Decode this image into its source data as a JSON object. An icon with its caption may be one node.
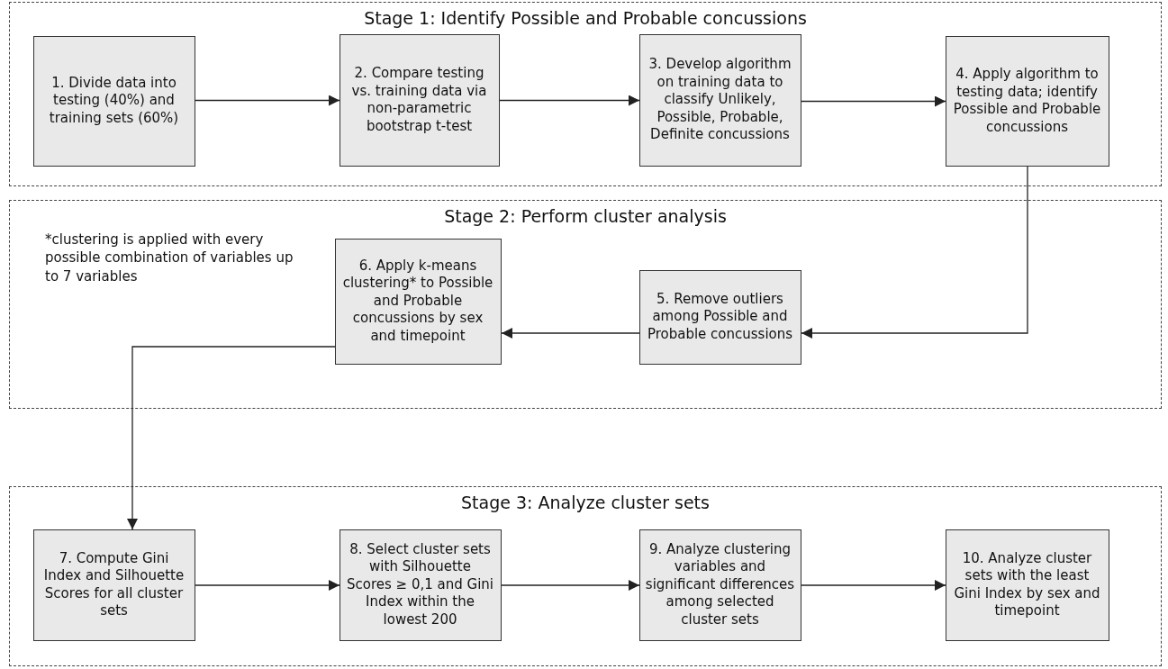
{
  "diagram": {
    "nodes": [
      {
        "text": [
          "Stage 1: Identify Possible and Probable concussions"
        ]
      },
      {
        "text": [
          "1. Divide data into testing (40%) and training sets (60%)"
        ],
        "in": 0
      },
      {
        "text": [
          "2. Compare testing vs. training data via non-parametric bootstrap t-test"
        ],
        "in": 0
      },
      {
        "text": [
          "3. Develop algorithm on training data to classify Unlikely, Possible, Probable, Definite concussions"
        ],
        "in": 0
      },
      {
        "text": [
          "4. Apply algorithm to testing data; identify Possible and Probable concussions"
        ],
        "in": 0
      },
      {
        "text": [
          "Stage 2: Perform cluster analysis"
        ]
      },
      {
        "text": [
          "5. Remove outliers among Possible and Probable concussions"
        ],
        "in": 5
      },
      {
        "text": [
          "6. Apply k-means clustering* to Possible and Probable concussions by sex and timepoint"
        ],
        "in": 5
      },
      {
        "text": [
          "Stage 3: Analyze cluster sets"
        ]
      },
      {
        "text": [
          "7. Compute Gini Index and Silhouette Scores for all cluster sets"
        ],
        "in": 8
      },
      {
        "text": [
          "8. Select cluster sets with Silhouette Scores ≥ 0,1 and Gini Index within the lowest 200"
        ],
        "in": 8
      },
      {
        "text": [
          "9. Analyze clustering variables and significant differences among selected cluster sets"
        ],
        "in": 8
      },
      {
        "text": [
          "10. Analyze cluster sets with the least Gini Index by sex and timepoint"
        ],
        "in": 8
      }
    ],
    "edges": [
      {
        "from": 1,
        "to": 2,
        "arrow": "to"
      },
      {
        "from": 2,
        "to": 3,
        "arrow": "to"
      },
      {
        "from": 3,
        "to": 4,
        "arrow": "to"
      },
      {
        "from": 4,
        "to": 6,
        "arrow": "to"
      },
      {
        "from": 6,
        "to": 7,
        "arrow": "to"
      },
      {
        "from": 7,
        "to": 9,
        "arrow": "to"
      },
      {
        "from": 9,
        "to": 10,
        "arrow": "to"
      },
      {
        "from": 10,
        "to": 11,
        "arrow": "to"
      },
      {
        "from": 11,
        "to": 12,
        "arrow": "to"
      }
    ],
    "labels": [
      "*clustering is applied with every possible combination of variables up to 7 variables"
    ]
  }
}
